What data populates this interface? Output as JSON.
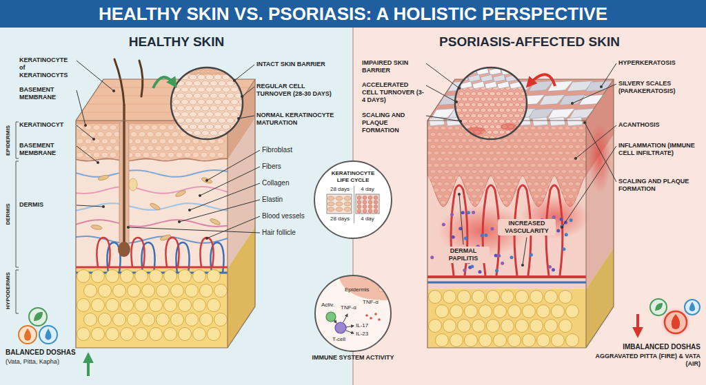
{
  "diagram": {
    "title": "HEALTHY SKIN VS. PSORIASIS: A HOLISTIC PERSPECTIVE",
    "nodes": [
      {
        "text": [
          "HEALTHY SKIN"
        ]
      },
      {
        "text": [
          "PSORIASIS-AFFECTED SKIN"
        ]
      },
      {
        "text": [
          "KERATINOCYTE LIFE CYCLE",
          "28 days",
          "4 day",
          "28 days",
          "4 day"
        ]
      },
      {
        "text": [
          "IMMUNE SYSTEM ACTIVITY",
          "Epidermis",
          "Activ.",
          "T-cell",
          "TNF-α",
          "TNF-α",
          "IL-17",
          "IL-23"
        ]
      }
    ],
    "labels": [
      "KERATINOCYTE of KERATINOCYTS",
      "BASEMENT MEMBRANE",
      "KERATINOCYT",
      "BASEMENT MEMBRANE",
      "DERMIS",
      "EPIDERMIS",
      "DERMIS",
      "HYPODERMIS",
      "INTACT SKIN BARRIER",
      "REGULAR CELL TURNOVER (28-30 DAYS)",
      "NORMAL KERATINOCYTE MATURATION",
      "Fibroblast",
      "Fibers",
      "Collagen",
      "Elastin",
      "Blood vessels",
      "Hair follicle",
      "BALANCED DOSHAS",
      "(Vata, Pitta, Kapha)",
      "IMPAIRED SKIN BARRIER",
      "ACCELERATED CELL TURNOVER (3-4 DAYS)",
      "SCALING AND PLAQUE FORMATION",
      "HYPERKERATOSIS",
      "SILVERY SCALES (PARAKERATOSIS)",
      "ACANTHOSIS",
      "INFLAMMATION (IMMUNE CELL INFILTRATE)",
      "SCALING AND PLAQUE FORMATION",
      "INCREASED VASCULARITY",
      "DERMAL PAPILITIS",
      "IMBALANCED DOSHAS",
      "AGGRAVATED PITTA (FIRE) & VATA (AIR)"
    ]
  }
}
